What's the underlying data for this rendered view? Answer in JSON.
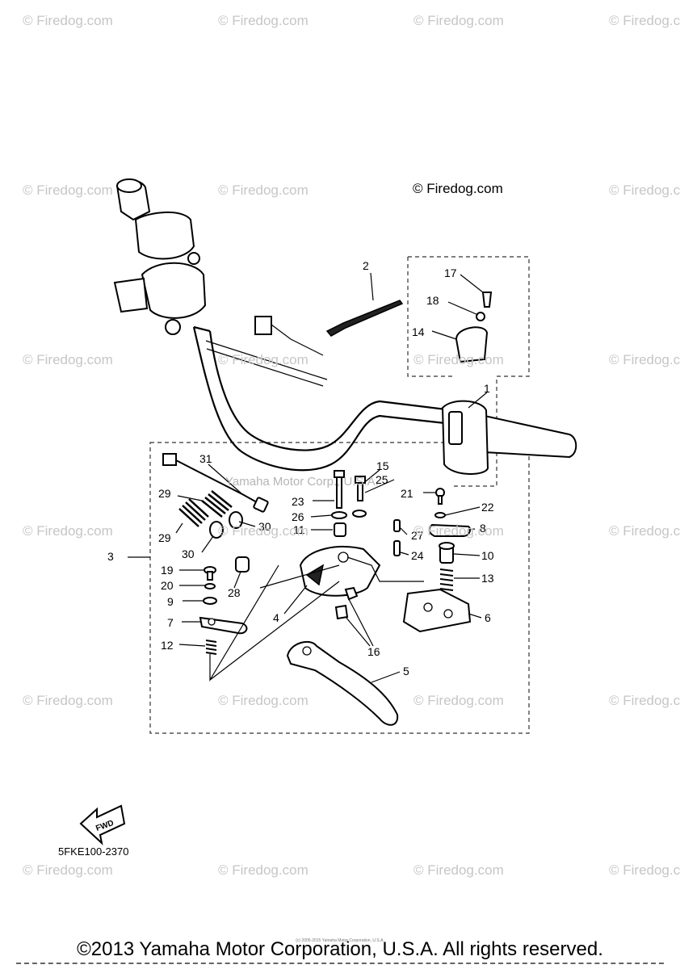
{
  "watermark": "© Firedog.com",
  "copyright_mark": "© Firedog.com",
  "inset_watermark": "Yamaha Motor Corp., U.S.A.",
  "diagram_code": "5FKE100-2370",
  "fwd_label": "FWD",
  "footer": {
    "copyright": "©2013 Yamaha Motor Corporation, U.S.A. All rights reserved.",
    "small_print": "(c) 2005-2015 Yamaha Motor Corporation, U.S.A."
  },
  "callouts": [
    "1",
    "2",
    "3",
    "4",
    "5",
    "6",
    "7",
    "8",
    "9",
    "10",
    "11",
    "12",
    "13",
    "14",
    "15",
    "16",
    "17",
    "18",
    "19",
    "20",
    "21",
    "22",
    "23",
    "24",
    "25",
    "26",
    "27",
    "28",
    "29",
    "29",
    "30",
    "30",
    "31"
  ]
}
